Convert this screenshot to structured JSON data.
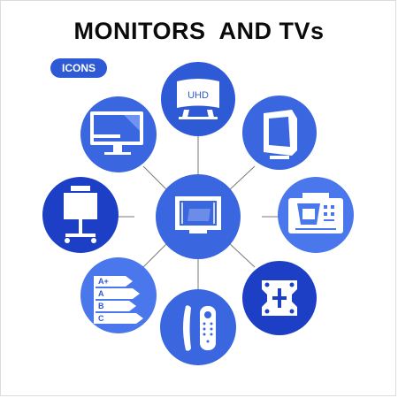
{
  "title": "MONITORS  AND TVs",
  "badge": "ICONS",
  "colors": {
    "dark_blue": "#1c3fc6",
    "mid_blue": "#3663e0",
    "light_blue": "#4a78ec",
    "connector": "#7a7a7a",
    "white": "#ffffff"
  },
  "icons": [
    {
      "name": "uhd-curved-monitor-icon",
      "label": "UHD"
    },
    {
      "name": "crt-monitor-icon"
    },
    {
      "name": "retro-console-tv-icon"
    },
    {
      "name": "vesa-mount-icon"
    },
    {
      "name": "remote-control-icon"
    },
    {
      "name": "energy-rating-icon",
      "labels": [
        "A+",
        "A",
        "B",
        "C"
      ]
    },
    {
      "name": "tv-stand-icon"
    },
    {
      "name": "desktop-monitor-icon"
    },
    {
      "name": "flat-tv-icon"
    }
  ]
}
